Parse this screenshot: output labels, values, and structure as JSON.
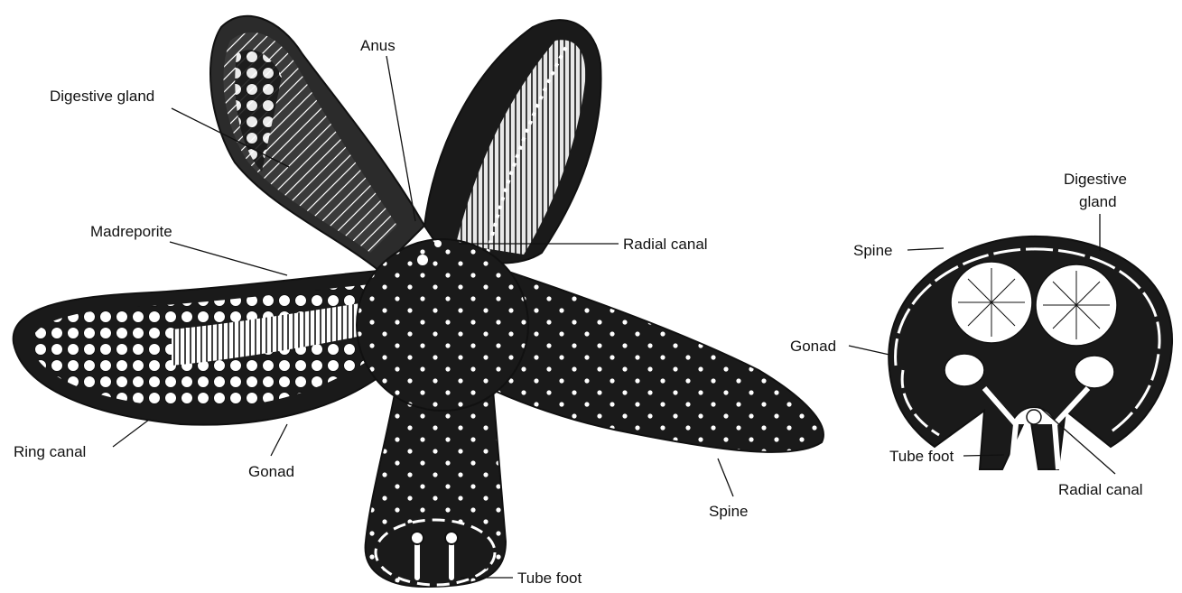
{
  "colors": {
    "ink": "#111111",
    "body": "#1a1a1a",
    "paper": "#ffffff"
  },
  "starfish": {
    "labels": {
      "anus": "Anus",
      "digestive_gland": "Digestive gland",
      "madreporite": "Madreporite",
      "radial_canal": "Radial canal",
      "ring_canal": "Ring canal",
      "gonad": "Gonad",
      "spine": "Spine",
      "tube_foot": "Tube foot"
    }
  },
  "cross_section": {
    "labels": {
      "digestive_gland_line1": "Digestive",
      "digestive_gland_line2": "gland",
      "spine": "Spine",
      "gonad": "Gonad",
      "tube_foot": "Tube foot",
      "radial_canal": "Radial canal"
    }
  }
}
